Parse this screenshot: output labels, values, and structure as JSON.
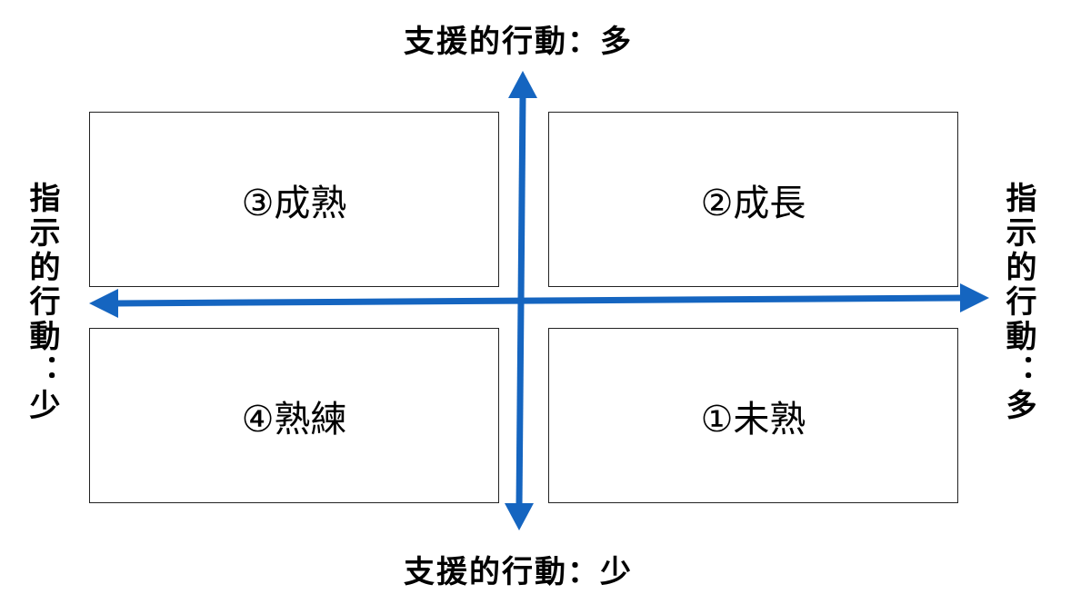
{
  "axes": {
    "top_label": "支援的行動：多",
    "bottom_label": "支援的行動：少",
    "left_label": "指示的行動：少",
    "right_label": "指示的行動：多",
    "arrow_color": "#1565c0"
  },
  "quadrants": {
    "top_left": "③成熟",
    "top_right": "②成長",
    "bottom_left": "④熟練",
    "bottom_right": "①未熟"
  }
}
